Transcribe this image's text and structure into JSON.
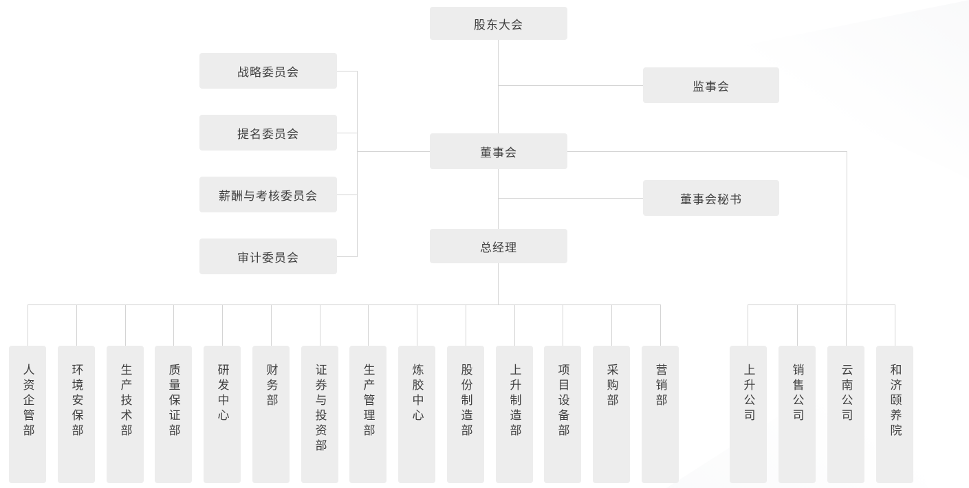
{
  "org": {
    "shareholders": "股东大会",
    "committees": [
      "战略委员会",
      "提名委员会",
      "薪酬与考核委员会",
      "审计委员会"
    ],
    "supervisory_board": "监事会",
    "board": "董事会",
    "board_secretary": "董事会秘书",
    "general_manager": "总经理",
    "departments": [
      "人资企管部",
      "环境安保部",
      "生产技术部",
      "质量保证部",
      "研发中心",
      "财务部",
      "证券与投资部",
      "生产管理部",
      "炼胶中心",
      "股份制造部",
      "上升制造部",
      "项目设备部",
      "采购部",
      "营销部"
    ],
    "subsidiaries": [
      "上升公司",
      "销售公司",
      "云南公司",
      "和济颐养院"
    ],
    "colors": {
      "node_background": "#ededed",
      "connector_line": "#d4d4d4",
      "text": "#404040"
    }
  }
}
